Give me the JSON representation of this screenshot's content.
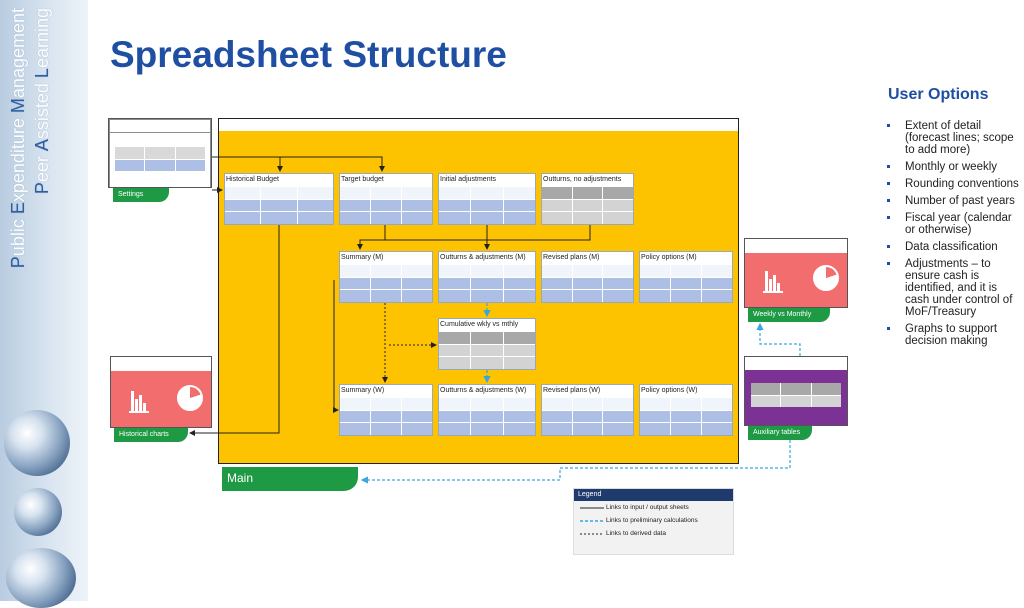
{
  "sidebar": {
    "line1_parts": [
      "P",
      "ublic ",
      "E",
      "xpenditure ",
      "M",
      "anagement"
    ],
    "line2_parts": [
      "P",
      "eer ",
      "A",
      "ssisted ",
      "L",
      "earning"
    ]
  },
  "title": "Spreadsheet Structure",
  "main_label": "Main",
  "sheets": {
    "settings": "Settings",
    "historical_charts": "Historical charts",
    "weekly_vs_monthly": "Weekly vs Monthly",
    "auxiliary_tables": "Auxiliary tables",
    "historical_budget": "Historical Budget",
    "target_budget": "Target budget",
    "initial_adjustments": "Initial adjustments",
    "outturns_no_adjustments": "Outturns, no adjustments",
    "summary_m": "Summary (M)",
    "outturns_adjustments_m": "Outturns & adjustments (M)",
    "revised_plans_m": "Revised plans (M)",
    "policy_options_m": "Policy options (M)",
    "cumulative": "Cumulative wkly vs mthly",
    "summary_w": "Summary (W)",
    "outturns_adjustments_w": "Outturns & adjustments (W)",
    "revised_plans_w": "Revised plans (W)",
    "policy_options_w": "Policy options (W)"
  },
  "legend": {
    "title": "Legend",
    "items": [
      "Links to input / output sheets",
      "Links to preliminary calculations",
      "Links to derived data"
    ]
  },
  "user_options": {
    "title": "User Options",
    "items": [
      "Extent of detail (forecast lines; scope to add more)",
      "Monthly or weekly",
      "Rounding conventions",
      "Number of past years",
      "Fiscal year (calendar or otherwise)",
      "Data classification",
      "Adjustments – to ensure cash is identified, and it is cash under control of MoF/Treasury",
      "Graphs to support decision making"
    ]
  },
  "colors": {
    "title_blue": "#1f4fa2",
    "main_yellow": "#fdc300",
    "tab_green": "#1e9a45",
    "chart_red": "#f26d6d",
    "aux_purple": "#7b3294",
    "cell_blue": "#aebfe6",
    "cell_gray": "#d3d3d3",
    "legend_navy": "#1f3b6e",
    "link_cyan": "#3aa6dd"
  },
  "icons": [
    "bar-chart-icon",
    "pie-chart-icon",
    "globe-image"
  ]
}
